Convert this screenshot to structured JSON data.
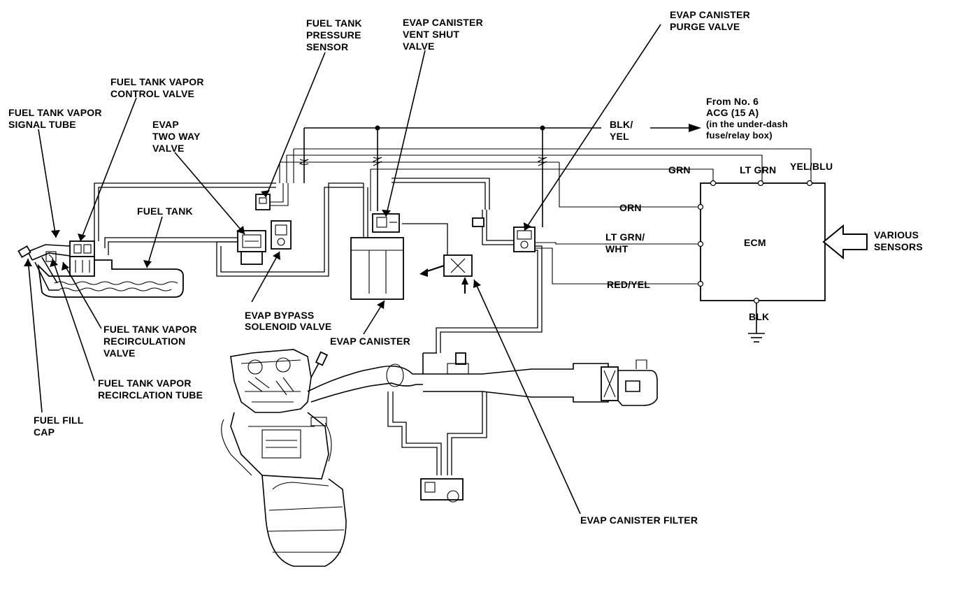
{
  "diagram": {
    "labels": {
      "fuel_tank_pressure_sensor": [
        "FUEL TANK",
        "PRESSURE",
        "SENSOR"
      ],
      "evap_canister_vent_shut_valve": [
        "EVAP CANISTER",
        "VENT SHUT",
        "VALVE"
      ],
      "evap_canister_purge_valve": [
        "EVAP CANISTER",
        "PURGE VALVE"
      ],
      "fuel_tank_vapor_control_valve": [
        "FUEL TANK VAPOR",
        "CONTROL VALVE"
      ],
      "fuel_tank_vapor_signal_tube": [
        "FUEL TANK VAPOR",
        "SIGNAL TUBE"
      ],
      "evap_two_way_valve": [
        "EVAP",
        "TWO WAY",
        "VALVE"
      ],
      "fuel_tank": "FUEL TANK",
      "power_source": [
        "From No. 6",
        "ACG (15 A)",
        "(in the under-dash",
        "fuse/relay box)"
      ],
      "blk_yel": [
        "BLK/",
        "YEL"
      ],
      "grn": "GRN",
      "lt_grn": "LT GRN",
      "yel_blu": "YEL/BLU",
      "orn": "ORN",
      "lt_grn_wht": [
        "LT GRN/",
        "WHT"
      ],
      "red_yel": "RED/YEL",
      "ecm": "ECM",
      "blk": "BLK",
      "various_sensors": [
        "VARIOUS",
        "SENSORS"
      ],
      "evap_bypass_solenoid_valve": [
        "EVAP BYPASS",
        "SOLENOID VALVE"
      ],
      "evap_canister": "EVAP CANISTER",
      "fuel_tank_vapor_recirculation_valve": [
        "FUEL TANK VAPOR",
        "RECIRCULATION",
        "VALVE"
      ],
      "fuel_tank_vapor_recirclation_tube": [
        "FUEL TANK VAPOR",
        "RECIRCLATION TUBE"
      ],
      "fuel_fill_cap": [
        "FUEL FILL",
        "CAP"
      ],
      "evap_canister_filter": "EVAP CANISTER FILTER"
    }
  }
}
